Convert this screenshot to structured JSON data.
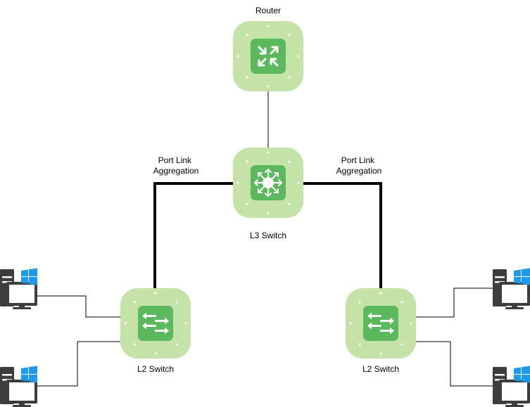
{
  "diagram": {
    "nodes": {
      "router": {
        "label": "Router",
        "icon": "router-icon",
        "color": "#5cb85c"
      },
      "l3_switch": {
        "label": "L3 Switch",
        "icon": "l3-switch-icon",
        "color": "#5cb85c"
      },
      "l2_switch_left": {
        "label": "L2 Switch",
        "icon": "l2-switch-icon",
        "color": "#5cb85c"
      },
      "l2_switch_right": {
        "label": "L2 Switch",
        "icon": "l2-switch-icon",
        "color": "#5cb85c"
      }
    },
    "link_labels": {
      "left": [
        "Port Link",
        "Aggregation"
      ],
      "right": [
        "Port Link",
        "Aggregation"
      ]
    },
    "workstations": [
      {
        "icon": "windows-workstation-icon"
      },
      {
        "icon": "windows-workstation-icon"
      },
      {
        "icon": "windows-workstation-icon"
      },
      {
        "icon": "windows-workstation-icon"
      }
    ],
    "colors": {
      "node_tile": "#c5e3a8",
      "node_dots": "#ffffff",
      "thick_link": "#000000",
      "windows_logo": "#1e9be8",
      "workstation_body": "#3d3d3d"
    }
  }
}
